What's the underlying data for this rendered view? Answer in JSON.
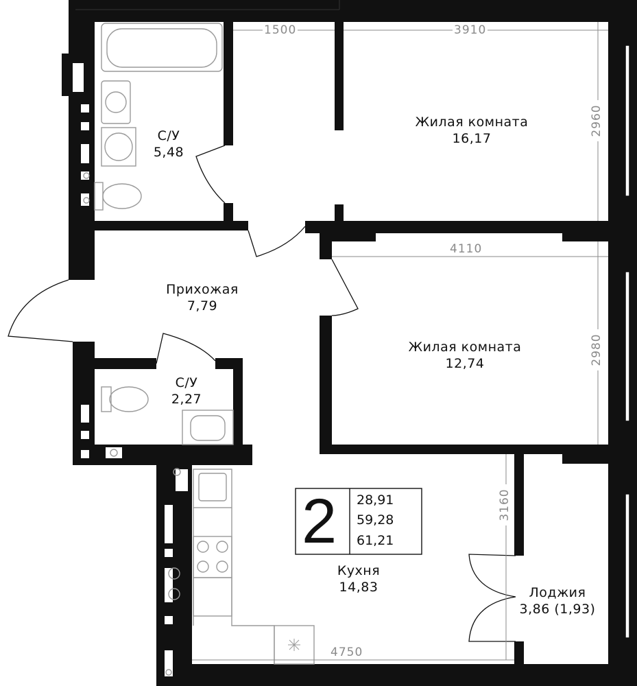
{
  "rooms": {
    "bathroom_main": {
      "name": "С/У",
      "area": "5,48"
    },
    "living_1": {
      "name": "Жилая комната",
      "area": "16,17"
    },
    "hallway": {
      "name": "Прихожая",
      "area": "7,79"
    },
    "living_2": {
      "name": "Жилая комната",
      "area": "12,74"
    },
    "bathroom_small": {
      "name": "С/У",
      "area": "2,27"
    },
    "kitchen": {
      "name": "Кухня",
      "area": "14,83"
    },
    "loggia": {
      "name": "Лоджия",
      "area": "3,86 (1,93)"
    }
  },
  "dimensions": {
    "corridor_width": "1500",
    "living_1_width": "3910",
    "living_1_depth": "2960",
    "living_2_width": "4110",
    "living_2_depth": "2980",
    "kitchen_width": "4750",
    "kitchen_depth": "3160"
  },
  "summary": {
    "rooms_count": "2",
    "living_area": "28,91",
    "total_area": "59,28",
    "total_area_with_loggia": "61,21"
  },
  "colors": {
    "wall": "#111111",
    "fixture": "#9a9a9a",
    "dimension": "#8a8a8a",
    "background": "#ffffff"
  }
}
